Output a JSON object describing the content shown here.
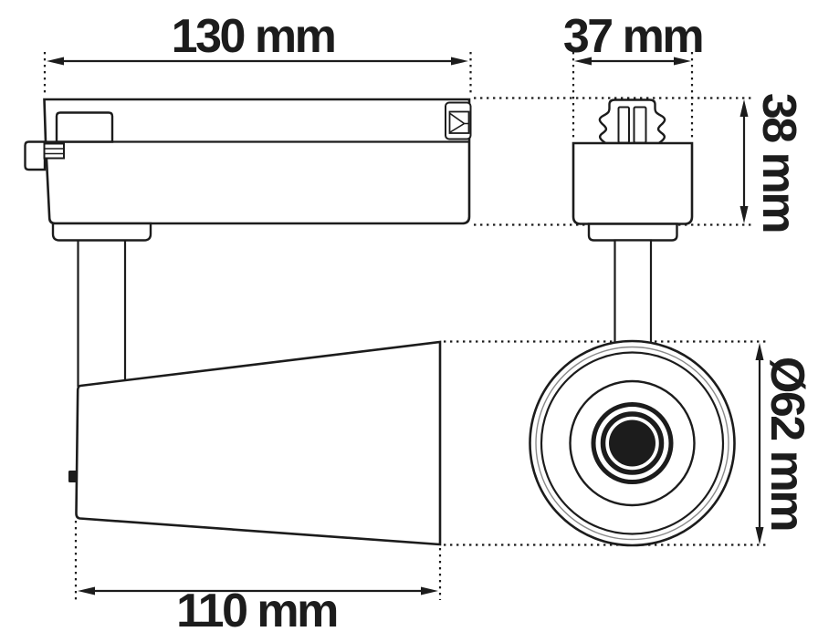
{
  "drawing": {
    "colors": {
      "background": "#ffffff",
      "line": "#1c1c1c",
      "thin_ring": "#8a8a8a"
    },
    "dimensions": {
      "adapter_length": {
        "label": "130 mm",
        "value": 130,
        "unit": "mm"
      },
      "head_width": {
        "label": "37 mm",
        "value": 37,
        "unit": "mm"
      },
      "adapter_height": {
        "label": "38 mm",
        "value": 38,
        "unit": "mm"
      },
      "body_length": {
        "label": "110 mm",
        "value": 110,
        "unit": "mm"
      },
      "head_diameter": {
        "label": "Ø62 mm",
        "value": 62,
        "unit": "mm"
      }
    }
  }
}
